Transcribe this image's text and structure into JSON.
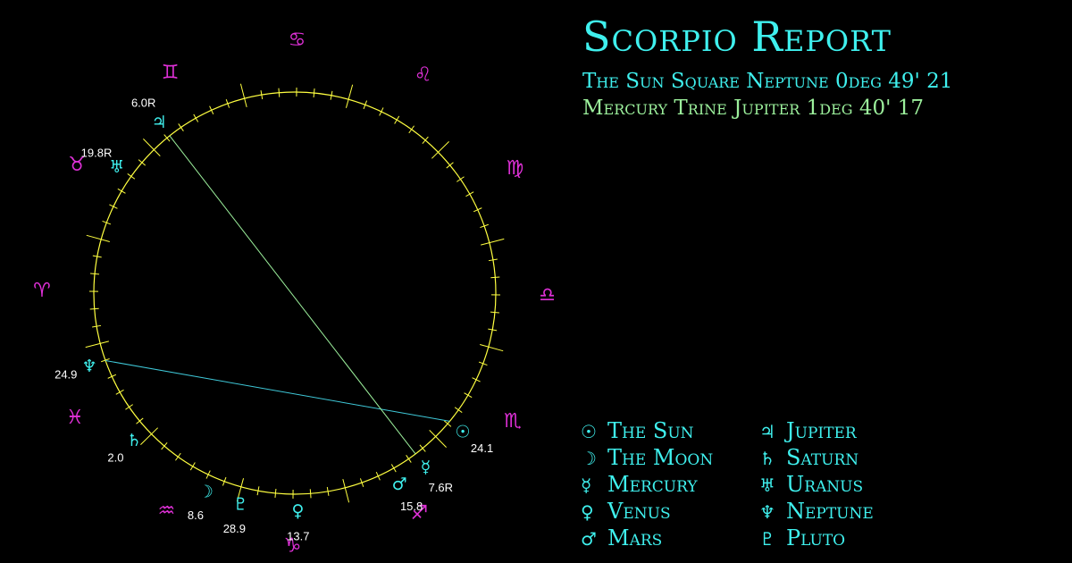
{
  "report": {
    "title": "Scorpio Report",
    "aspects": [
      {
        "text": "The Sun Square Neptune 0deg 49' 21",
        "color": "#3ff0ee"
      },
      {
        "text": "Mercury Trine Jupiter 1deg 40' 17",
        "color": "#9cf09c"
      }
    ]
  },
  "colors": {
    "background": "#000000",
    "wheel": "#ffff40",
    "sign": "#e030d8",
    "planet": "#3ff0ee",
    "label": "#ffffff",
    "aspect_square": "#3fc9d9",
    "aspect_trine": "#9cf09c"
  },
  "signs": [
    {
      "name": "aries",
      "glyph": "♈"
    },
    {
      "name": "taurus",
      "glyph": "♉"
    },
    {
      "name": "gemini",
      "glyph": "♊"
    },
    {
      "name": "cancer",
      "glyph": "♋"
    },
    {
      "name": "leo",
      "glyph": "♌"
    },
    {
      "name": "virgo",
      "glyph": "♍"
    },
    {
      "name": "libra",
      "glyph": "♎"
    },
    {
      "name": "scorpio",
      "glyph": "♏"
    },
    {
      "name": "sagittarius",
      "glyph": "♐"
    },
    {
      "name": "capricorn",
      "glyph": "♑"
    },
    {
      "name": "aquarius",
      "glyph": "♒"
    },
    {
      "name": "pisces",
      "glyph": "♓"
    }
  ],
  "planets": [
    {
      "name": "sun",
      "glyph": "☉",
      "sign": "scorpio",
      "degree": 24.1,
      "label": "24.1"
    },
    {
      "name": "moon",
      "glyph": "☽",
      "sign": "aquarius",
      "degree": 8.6,
      "label": "8.6"
    },
    {
      "name": "mercury",
      "glyph": "☿",
      "sign": "sagittarius",
      "degree": 7.6,
      "label": "7.6R"
    },
    {
      "name": "venus",
      "glyph": "♀",
      "sign": "capricorn",
      "degree": 13.7,
      "label": "13.7"
    },
    {
      "name": "mars",
      "glyph": "♂",
      "sign": "sagittarius",
      "degree": 15.8,
      "label": "15.8"
    },
    {
      "name": "jupiter",
      "glyph": "♃",
      "sign": "gemini",
      "degree": 6.0,
      "label": "6.0R"
    },
    {
      "name": "saturn",
      "glyph": "♄",
      "sign": "pisces",
      "degree": 2.0,
      "label": "2.0"
    },
    {
      "name": "uranus",
      "glyph": "♅",
      "sign": "taurus",
      "degree": 19.8,
      "label": "19.8R"
    },
    {
      "name": "neptune",
      "glyph": "♆",
      "sign": "pisces",
      "degree": 24.9,
      "label": "24.9"
    },
    {
      "name": "pluto",
      "glyph": "♇",
      "sign": "capricorn",
      "degree": 28.9,
      "label": "28.9"
    }
  ],
  "aspect_lines": [
    {
      "from": "sun",
      "to": "neptune",
      "type": "square"
    },
    {
      "from": "mercury",
      "to": "jupiter",
      "type": "trine"
    }
  ],
  "legend": {
    "left": [
      {
        "glyph": "☉",
        "label": "The Sun"
      },
      {
        "glyph": "☽",
        "label": "The Moon"
      },
      {
        "glyph": "☿",
        "label": "Mercury"
      },
      {
        "glyph": "♀",
        "label": "Venus"
      },
      {
        "glyph": "♂",
        "label": "Mars"
      }
    ],
    "right": [
      {
        "glyph": "♃",
        "label": "Jupiter"
      },
      {
        "glyph": "♄",
        "label": "Saturn"
      },
      {
        "glyph": "♅",
        "label": "Uranus"
      },
      {
        "glyph": "♆",
        "label": "Neptune"
      },
      {
        "glyph": "♇",
        "label": "Pluto"
      }
    ]
  }
}
